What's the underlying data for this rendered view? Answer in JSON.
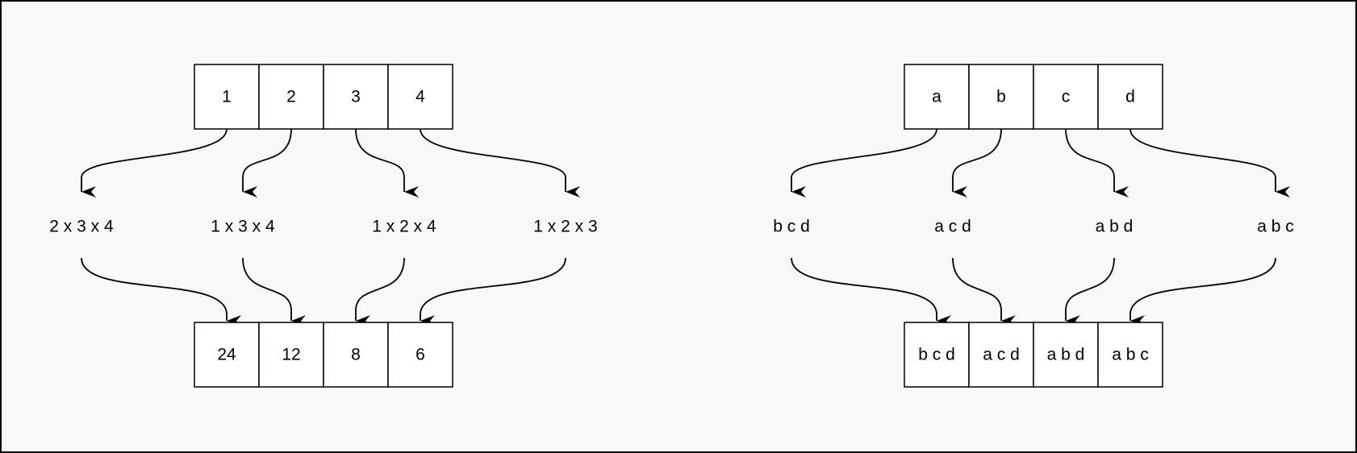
{
  "diagrams": [
    {
      "input": [
        "1",
        "2",
        "3",
        "4"
      ],
      "products": [
        "2 x 3 x 4",
        "1 x 3 x 4",
        "1 x 2 x 4",
        "1 x 2 x 3"
      ],
      "output": [
        "24",
        "12",
        "8",
        "6"
      ]
    },
    {
      "input": [
        "a",
        "b",
        "c",
        "d"
      ],
      "products": [
        "b c d",
        "a c d",
        "a b d",
        "a b c"
      ],
      "output": [
        "b c d",
        "a c d",
        "a b d",
        "a b c"
      ]
    }
  ],
  "colors": {
    "background": "#f8f8f8",
    "frame": "#000000",
    "cell_fill": "#ffffff",
    "stroke": "#000000"
  }
}
